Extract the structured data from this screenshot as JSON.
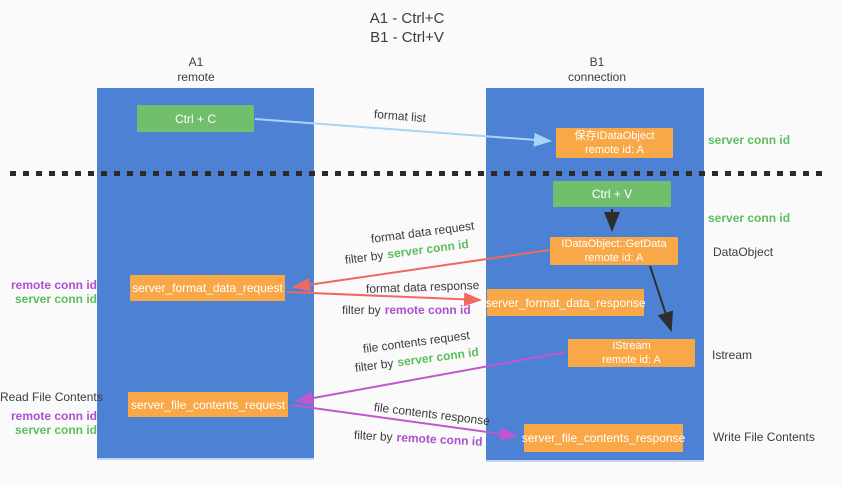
{
  "title": {
    "line1": "A1 - Ctrl+C",
    "line2": "B1 - Ctrl+V"
  },
  "lanes": {
    "left": {
      "name": "A1",
      "role": "remote"
    },
    "right": {
      "name": "B1",
      "role": "connection"
    }
  },
  "nodes": {
    "ctrl_c": {
      "label": "Ctrl + C"
    },
    "save_dataobject": {
      "line1": "保存IDataObject",
      "line2": "remote id: A"
    },
    "ctrl_v": {
      "label": "Ctrl + V"
    },
    "getdata": {
      "line1": "IDataObject::GetData",
      "line2": "remote id: A"
    },
    "format_request": {
      "label": "server_format_data_request"
    },
    "format_response": {
      "label": "server_format_data_response"
    },
    "istream": {
      "line1": "IStream",
      "line2": "remote id: A"
    },
    "file_request": {
      "label": "server_file_contents_request"
    },
    "file_response": {
      "label": "server_file_contents_response"
    }
  },
  "flow_labels": {
    "format_list": "format list",
    "format_data_request": "format data request",
    "format_data_response": "format data response",
    "file_contents_request": "file contents request",
    "file_contents_response": "file contents response",
    "filter_prefix": "filter by",
    "server_conn_id": "server conn id",
    "remote_conn_id": "remote conn id"
  },
  "annotations": {
    "right_server_conn_top": "server conn id",
    "right_server_conn_mid": "server conn id",
    "dataobject": "DataObject",
    "istream": "Istream",
    "write_file_contents": "Write File Contents",
    "read_file_contents": "Read File Contents",
    "left_group1": {
      "remote": "remote conn id",
      "server": "server conn id"
    },
    "left_group2": {
      "remote": "remote conn id",
      "server": "server conn id"
    }
  },
  "colors": {
    "background": "#fafafa",
    "lane_blue": "#4d81d3",
    "node_orange": "#f9a848",
    "node_green": "#71bf6d",
    "green_text": "#5cbe5e",
    "purple_text": "#ad50cf",
    "red_arrow": "#ee6a60",
    "magenta_arrow": "#c257cd",
    "light_blue_arrow": "#a9d5f5",
    "black_arrow": "#2e2e2e",
    "dark_text": "#3c3c3c"
  }
}
